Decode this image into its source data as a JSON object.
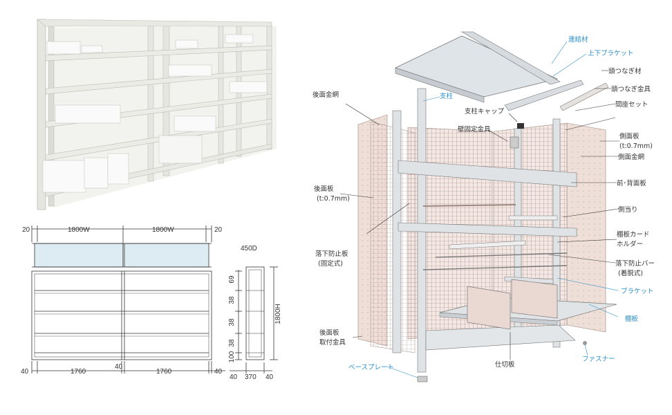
{
  "dimensions": {
    "top": {
      "left_margin": "20",
      "width_a": "1800W",
      "width_b": "1800W",
      "right_margin": "20"
    },
    "depth": "450D",
    "height": "1800H",
    "pitches": [
      "69",
      "38",
      "38",
      "38",
      "100"
    ],
    "bottom": {
      "left": "40",
      "span_a": "1760",
      "mid": "40",
      "span_b": "1760",
      "right": "40"
    },
    "side_bottom": {
      "left": "40",
      "mid": "370",
      "right": "40"
    }
  },
  "labels": {
    "connector": "連結材",
    "bracket_top": "上下ブラケット",
    "head_tie": "頭つなぎ材",
    "back_mesh": "後面金網",
    "post": "支柱",
    "post_cap": "支柱キャップ",
    "head_tie_fitting": "頭つなぎ金具",
    "spacer_set": "間座セット",
    "wall_fix": "壁固定金具",
    "side_panel": "側面板",
    "side_panel_thickness": "(t:0.7mm)",
    "side_mesh": "側面金網",
    "back_panel": "後面板",
    "back_panel_thickness": "(t:0.7mm)",
    "front_back_panel": "前･背面板",
    "side_stop": "側当り",
    "fall_guard_fixed": "落下防止板",
    "fall_guard_fixed_note": "(固定式)",
    "card_holder": "棚板カード",
    "card_holder_2": "ホルダー",
    "fall_bar": "落下防止バー",
    "fall_bar_note": "(着脱式)",
    "bracket": "ブラケット",
    "shelf": "棚板",
    "back_panel_fitting": "後面板",
    "back_panel_fitting_2": "取付金具",
    "divider": "仕切板",
    "fastener": "ファスナー",
    "base_plate": "ベースプレート"
  },
  "colors": {
    "leader_blue": "#2a8fc9",
    "panel_pink": "#eedfd8",
    "frame_gray": "#c8ccd0",
    "glass_blue": "#dcecf2"
  }
}
